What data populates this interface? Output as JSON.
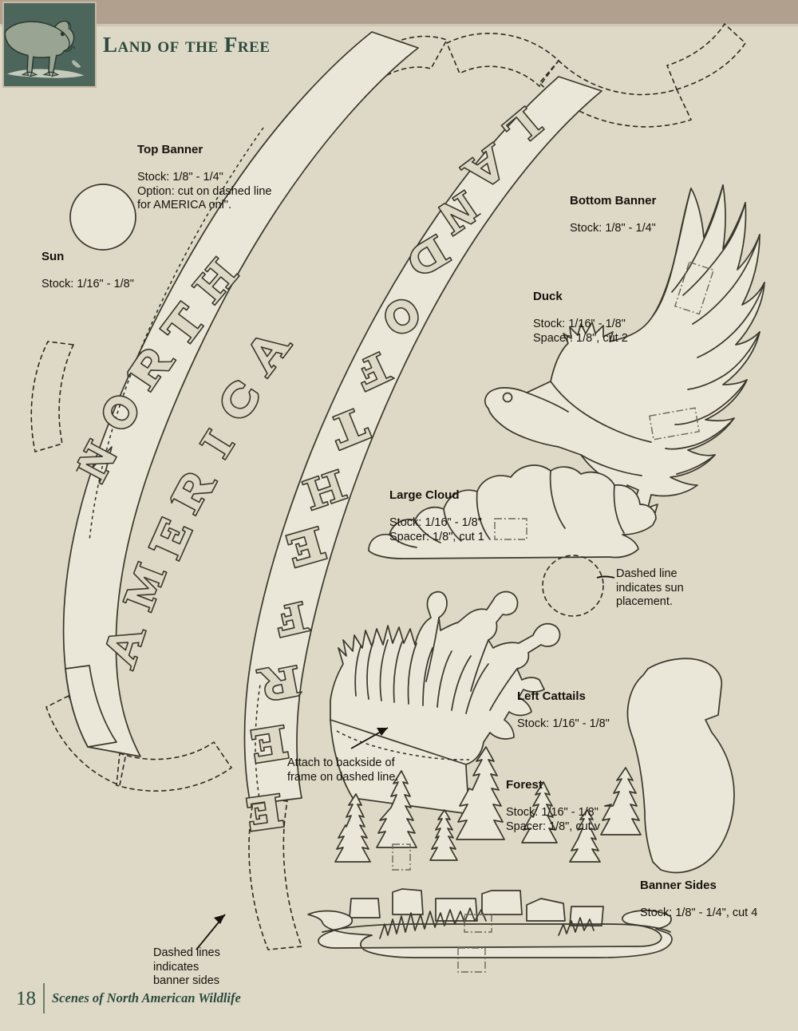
{
  "header": {
    "title": "Land of the Free",
    "bear_icon": "walking-bear-illustration"
  },
  "footer": {
    "page_number": "18",
    "book_title": "Scenes of North American Wildlife"
  },
  "colors": {
    "page_background": "#ddd9c6",
    "top_band": "#b2a08f",
    "piece_fill": "#eae7d8",
    "ink": "#3a372c",
    "title_green": "#2c4a3e",
    "plate_green": "#4d665c"
  },
  "banner_text": {
    "top_banner_words": "NORTH AMERICA",
    "bottom_banner_words": "LAND OF THE FREE"
  },
  "callouts": [
    {
      "id": "top-banner",
      "title": "Top Banner",
      "lines": "Stock: 1/8\" - 1/4\"\nOption: cut on dashed line\nfor AMERICA onl\"."
    },
    {
      "id": "sun",
      "title": "Sun",
      "lines": "Stock: 1/16\" - 1/8\""
    },
    {
      "id": "bottom-banner",
      "title": "Bottom Banner",
      "lines": "Stock: 1/8\" - 1/4\""
    },
    {
      "id": "duck",
      "title": "Duck",
      "lines": "Stock: 1/16\" - 1/8\"\nSpacer: 1/8\", cut 2"
    },
    {
      "id": "large-cloud",
      "title": "Large Cloud",
      "lines": "Stock: 1/16\" - 1/8\"\nSpacer: 1/8\", cut 1"
    },
    {
      "id": "left-cattails",
      "title": "Left Cattails",
      "lines": "Stock: 1/16\" - 1/8\""
    },
    {
      "id": "forest",
      "title": "Forest",
      "lines": "Stock: 1/16\" - 1/8\"\nSpacer: 1/8\", cut v"
    },
    {
      "id": "banner-sides",
      "title": "Banner Sides",
      "lines": "Stock: 1/8\" - 1/4\", cut 4"
    }
  ],
  "notes": [
    {
      "id": "sun-placement",
      "text": "Dashed line\nindicates sun\nplacement."
    },
    {
      "id": "attach-backside",
      "text": "Attach to backside of\nframe on dashed line."
    },
    {
      "id": "banner-sides-note",
      "text": "Dashed lines\nindicates\nbanner sides"
    }
  ]
}
